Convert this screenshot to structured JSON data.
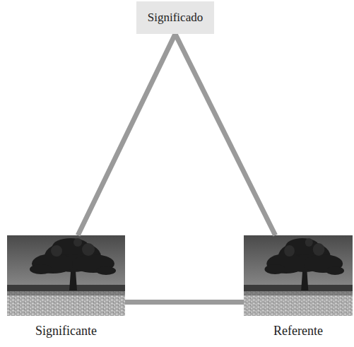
{
  "diagram": {
    "nodes": [
      {
        "text": [
          "Significado"
        ]
      },
      {
        "text": [
          "Significante"
        ]
      },
      {
        "text": [
          "Referente"
        ]
      }
    ],
    "edges": [
      {
        "from": 0,
        "to": 1,
        "arrow": "none"
      },
      {
        "from": 0,
        "to": 2,
        "arrow": "none"
      },
      {
        "from": 1,
        "to": 2,
        "arrow": "none"
      }
    ]
  }
}
